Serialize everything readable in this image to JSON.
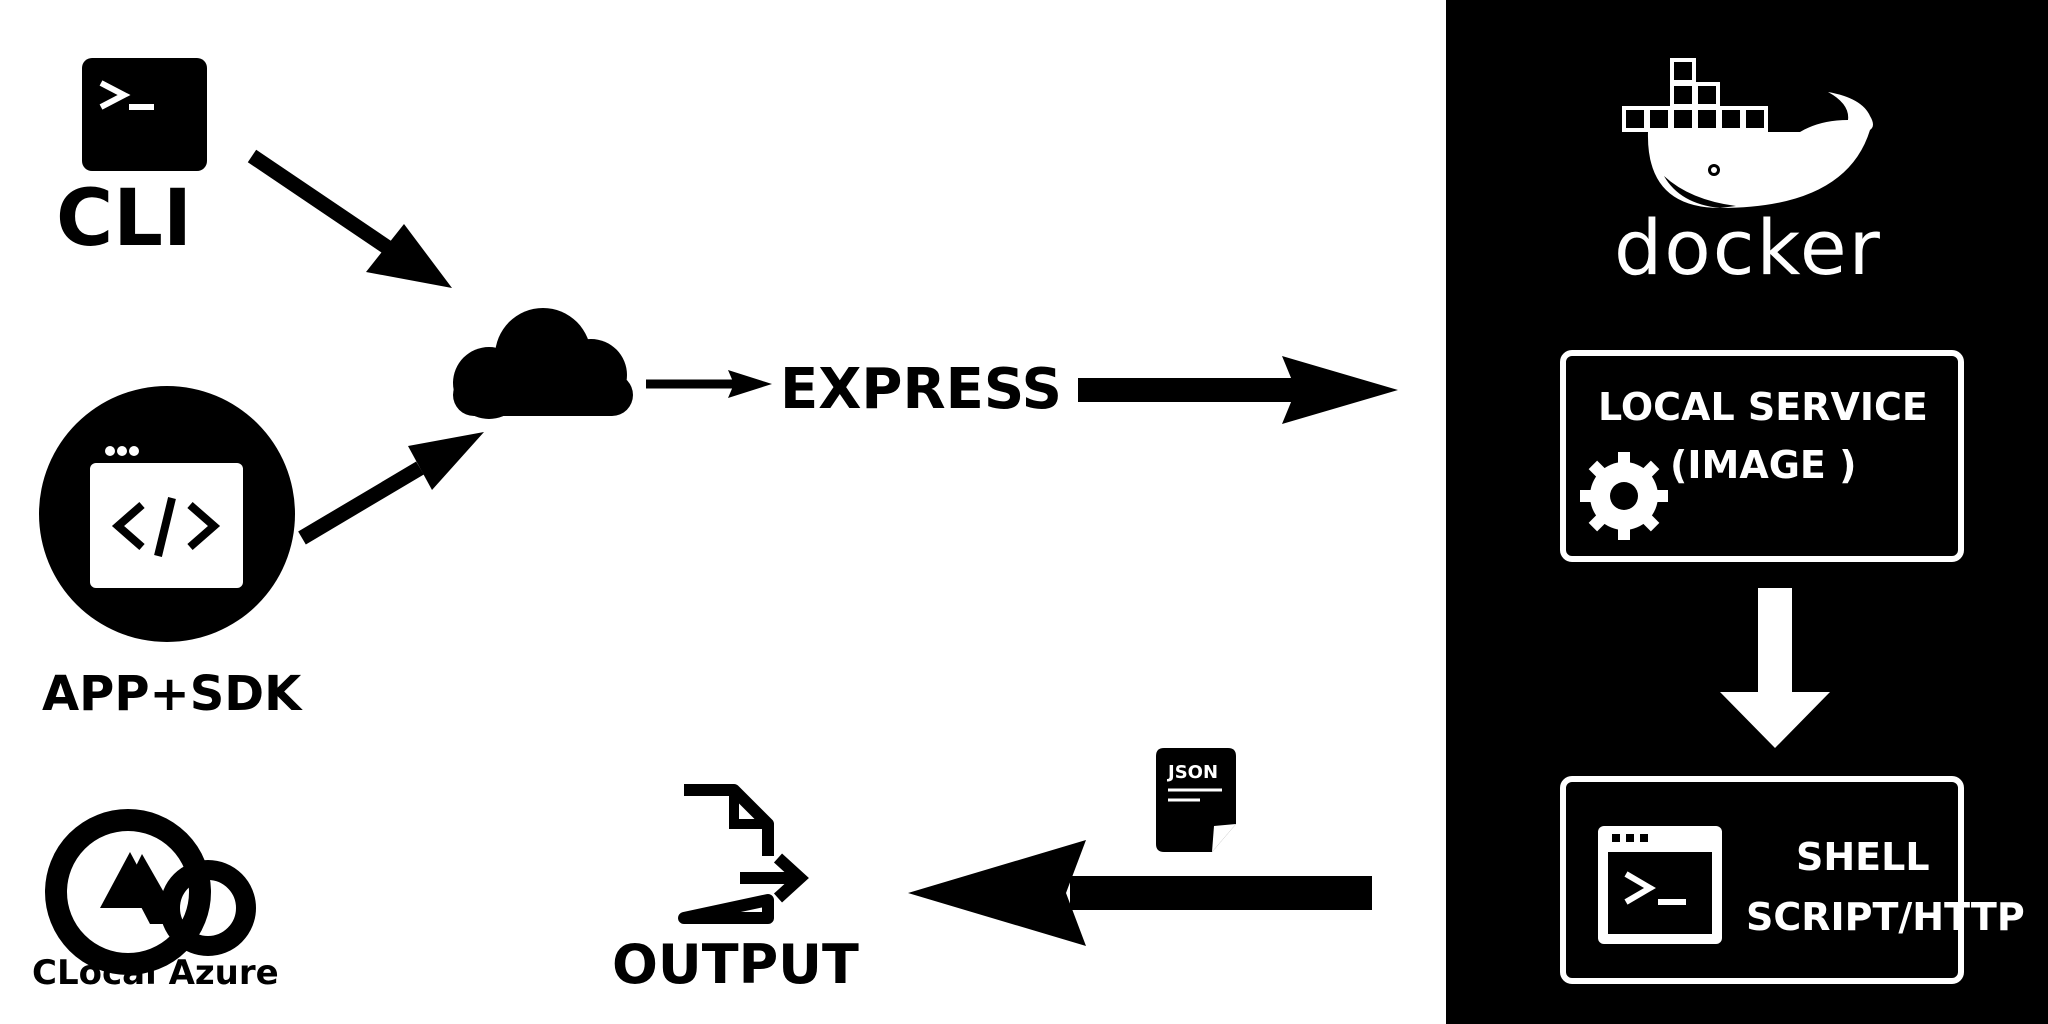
{
  "nodes": {
    "cli": {
      "label": "CLI",
      "icon": "terminal-icon"
    },
    "app_sdk": {
      "label": "APP+SDK",
      "icon": "code-window-icon"
    },
    "cloud": {
      "icon": "cloud-icon"
    },
    "express": {
      "label": "EXPRESS"
    },
    "docker": {
      "label": "docker",
      "icon": "docker-whale-icon"
    },
    "local_service": {
      "line1": "LOCAL SERVICE",
      "line2": "(IMAGE )",
      "icon": "gear-icon"
    },
    "shell": {
      "line1": "SHELL",
      "line2": "SCRIPT/HTTP",
      "icon": "terminal-window-icon"
    },
    "json": {
      "label": "JSON",
      "icon": "json-file-icon"
    },
    "output": {
      "label": "OUTPUT",
      "icon": "file-export-icon"
    },
    "clocal_azure": {
      "label": "CLocal Azure",
      "icon": "azure-cloud-icon"
    }
  },
  "colors": {
    "background": "#ffffff",
    "ink": "#000000",
    "panel": "#000000",
    "panel_ink": "#ffffff"
  },
  "edges": [
    {
      "from": "CLI",
      "to": "cloud"
    },
    {
      "from": "APP+SDK",
      "to": "cloud"
    },
    {
      "from": "cloud",
      "to": "EXPRESS"
    },
    {
      "from": "EXPRESS",
      "to": "docker"
    },
    {
      "from": "LOCAL SERVICE",
      "to": "SHELL SCRIPT/HTTP"
    },
    {
      "from": "docker",
      "to": "OUTPUT"
    }
  ]
}
